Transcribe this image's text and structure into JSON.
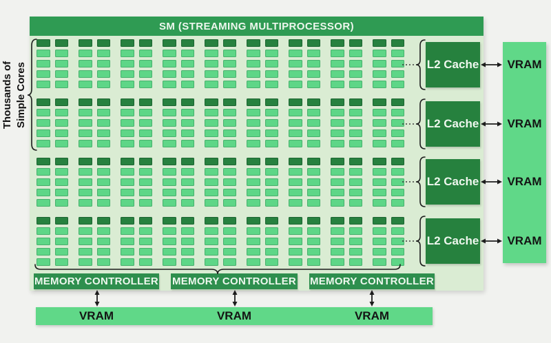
{
  "header": {
    "title": "SM (STREAMING MULTIPROCESSOR)"
  },
  "side_label": {
    "line1": "Thousands of",
    "line2": "Simple Cores"
  },
  "cores_grid": {
    "block_rows": 4,
    "block_cols": 9,
    "cells_per_block_rows": 5,
    "cells_per_block_cols": 2
  },
  "l2_caches": [
    {
      "label": "L2 Cache"
    },
    {
      "label": "L2 Cache"
    },
    {
      "label": "L2 Cache"
    },
    {
      "label": "L2 Cache"
    }
  ],
  "vram_right_labels": [
    "VRAM",
    "VRAM",
    "VRAM",
    "VRAM"
  ],
  "memory_controllers": [
    {
      "label": "MEMORY CONTROLLER"
    },
    {
      "label": "MEMORY CONTROLLER"
    },
    {
      "label": "MEMORY CONTROLLER"
    }
  ],
  "vram_bottom_labels": [
    "VRAM",
    "VRAM",
    "VRAM"
  ],
  "colors": {
    "background": "#f1f2ef",
    "panel_green": "#daecd3",
    "header_green": "#2f9b53",
    "l2_dark_green": "#26813e",
    "controller_green": "#2e8f4e",
    "core_cell_light": "#5ed687",
    "core_cell_dark": "#27813f",
    "vram_green": "#60d888"
  }
}
